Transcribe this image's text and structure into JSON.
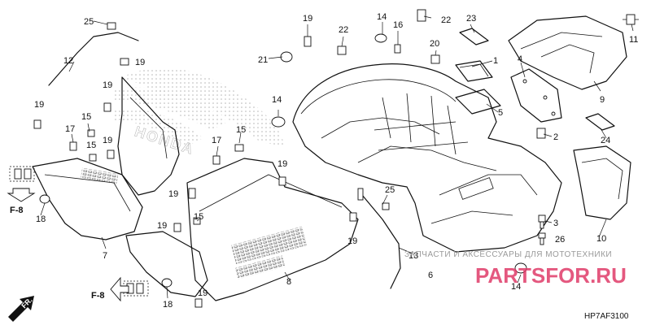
{
  "callouts": {
    "c1": "1",
    "c2": "2",
    "c3": "3",
    "c4": "4",
    "c5": "5",
    "c6": "6",
    "c7": "7",
    "c8": "8",
    "c9": "9",
    "c10": "10",
    "c11": "11",
    "c12": "12",
    "c13": "13",
    "c14": "14",
    "c15": "15",
    "c16": "16",
    "c17": "17",
    "c18": "18",
    "c19": "19",
    "c20": "20",
    "c21": "21",
    "c22": "22",
    "c23": "23",
    "c24": "24",
    "c25": "25",
    "c26": "26"
  },
  "references": {
    "f8_left": "F-8",
    "f8_bottom": "F-8",
    "front_arrow": "FR."
  },
  "logo_text": "HONDA",
  "diagram_code": "HP7AF3100",
  "watermark": {
    "line1": "ЗАПЧАСТИ И АКСЕССУАРЫ ДЛЯ МОТОТЕХНИКИ",
    "line2": "PARTSFOR.RU"
  }
}
